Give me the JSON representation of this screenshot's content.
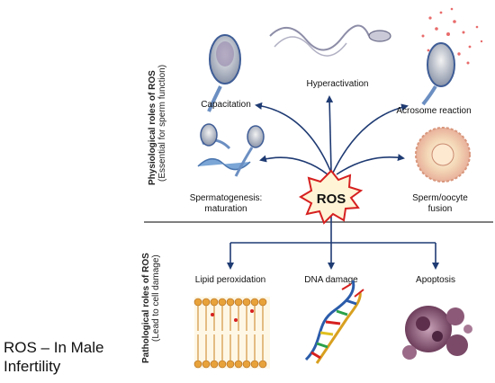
{
  "caption": {
    "line1": "ROS –  In Male",
    "line2": "Infertility"
  },
  "center_label": "ROS",
  "side_labels": {
    "physiological_title": "Physiological roles of ROS",
    "physiological_sub": "(Essential for sperm function)",
    "pathological_title": "Pathological roles of ROS",
    "pathological_sub": "(Lead to cell damage)"
  },
  "physiological_roles": [
    {
      "label": "Capacitation",
      "icon": "sperm-head-icon"
    },
    {
      "label": "Hyperactivation",
      "icon": "swimming-sperm-icon"
    },
    {
      "label": "Acrosome reaction",
      "icon": "acrosome-burst-icon"
    },
    {
      "label": "Spermatogenesis:",
      "label2": "maturation",
      "icon": "maturing-sperm-icon"
    },
    {
      "label": "Sperm/oocyte",
      "label2": "fusion",
      "icon": "oocyte-icon"
    }
  ],
  "pathological_roles": [
    {
      "label": "Lipid peroxidation",
      "icon": "lipid-bilayer-icon"
    },
    {
      "label": "DNA damage",
      "icon": "dna-helix-icon"
    },
    {
      "label": "Apoptosis",
      "icon": "apoptotic-cell-icon"
    }
  ],
  "colors": {
    "arrow": "#1f3b73",
    "star_fill": "#fff4d6",
    "star_stroke": "#d62020",
    "divider": "#333333"
  }
}
